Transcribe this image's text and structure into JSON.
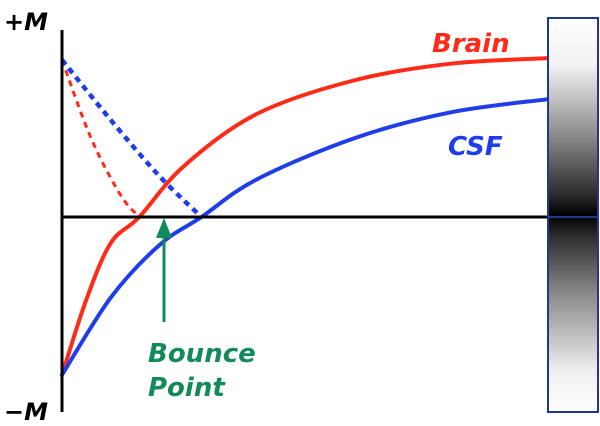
{
  "chart_data": {
    "type": "line",
    "ylim": [
      -1,
      1
    ],
    "y_tick_labels": {
      "top": "+M",
      "bottom": "−M"
    },
    "series": [
      {
        "name": "Brain",
        "color": "#ff2a17",
        "signed_curve": [
          {
            "x": 0.0,
            "y": -0.84
          },
          {
            "x": 0.05,
            "y": -0.44
          },
          {
            "x": 0.1,
            "y": -0.14
          },
          {
            "x": 0.159,
            "y": 0.0
          },
          {
            "x": 0.25,
            "y": 0.27
          },
          {
            "x": 0.4,
            "y": 0.55
          },
          {
            "x": 0.6,
            "y": 0.73
          },
          {
            "x": 0.8,
            "y": 0.82
          },
          {
            "x": 1.0,
            "y": 0.85
          }
        ],
        "magnitude_dashed": [
          {
            "x": 0.0,
            "y": 0.84
          },
          {
            "x": 0.06,
            "y": 0.42
          },
          {
            "x": 0.12,
            "y": 0.12
          },
          {
            "x": 0.159,
            "y": 0.0
          }
        ]
      },
      {
        "name": "CSF",
        "color": "#1f3de8",
        "signed_curve": [
          {
            "x": 0.0,
            "y": -0.84
          },
          {
            "x": 0.1,
            "y": -0.43
          },
          {
            "x": 0.2,
            "y": -0.15
          },
          {
            "x": 0.287,
            "y": 0.0
          },
          {
            "x": 0.4,
            "y": 0.2
          },
          {
            "x": 0.6,
            "y": 0.42
          },
          {
            "x": 0.8,
            "y": 0.56
          },
          {
            "x": 1.0,
            "y": 0.63
          }
        ],
        "magnitude_dashed": [
          {
            "x": 0.0,
            "y": 0.84
          },
          {
            "x": 0.1,
            "y": 0.52
          },
          {
            "x": 0.2,
            "y": 0.22
          },
          {
            "x": 0.287,
            "y": 0.0
          }
        ]
      }
    ],
    "annotation": {
      "lines": [
        "Bounce",
        "Point"
      ],
      "color": "#138a5a",
      "arrow_x": 0.21,
      "arrow_y": 0.0
    },
    "grayscale_bar": {
      "top_value": 1,
      "bottom_value": -1,
      "null_line_value": 0
    },
    "grid": false,
    "legend": "labels-next-to-curves"
  }
}
